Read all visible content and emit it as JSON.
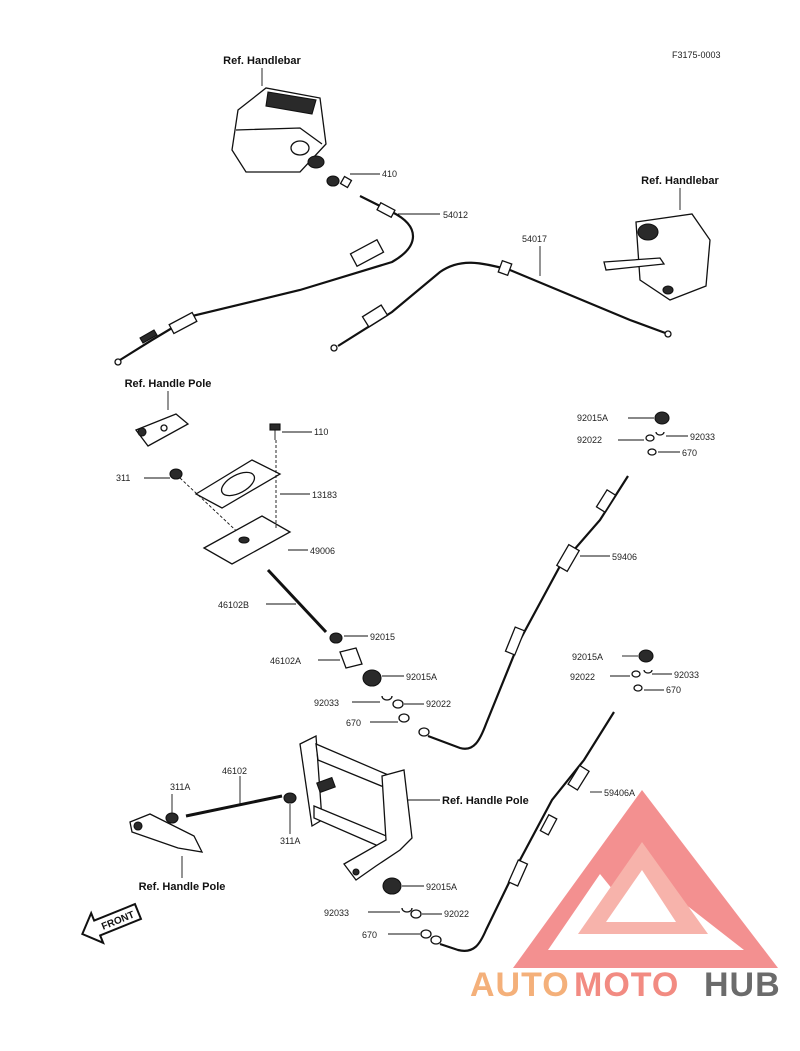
{
  "figure_code": "F3175-0003",
  "refs": {
    "handlebar_left": "Ref. Handlebar",
    "handlebar_right": "Ref. Handlebar",
    "handle_pole_top": "Ref. Handle Pole",
    "handle_pole_mid": "Ref. Handle Pole",
    "handle_pole_bottom": "Ref. Handle Pole"
  },
  "callouts": {
    "p410": "410",
    "p54012": "54012",
    "p54017": "54017",
    "p110": "110",
    "p311": "311",
    "p13183": "13183",
    "p49006": "49006",
    "p46102B": "46102B",
    "p92015": "92015",
    "p46102A": "46102A",
    "p92015A_a": "92015A",
    "p92033_a": "92033",
    "p92022_a": "92022",
    "p670_a": "670",
    "p92015A_b": "92015A",
    "p92022_b": "92022",
    "p92033_b": "92033",
    "p670_b": "670",
    "p59406": "59406",
    "p92015A_c": "92015A",
    "p92022_c": "92022",
    "p92033_c": "92033",
    "p670_c": "670",
    "p59406A": "59406A",
    "p311A_a": "311A",
    "p46102": "46102",
    "p311A_b": "311A",
    "p92015A_d": "92015A",
    "p92033_d": "92033",
    "p92022_d": "92022",
    "p670_d": "670"
  },
  "front_arrow": "FRONT",
  "watermark": {
    "part1": "AUTO",
    "part2": "MOTO",
    "part3": "HUB",
    "color1": "#f4b07a",
    "color2": "#f28b82",
    "color3": "#6b6b6b",
    "logo_color": "#ef5b5b"
  }
}
